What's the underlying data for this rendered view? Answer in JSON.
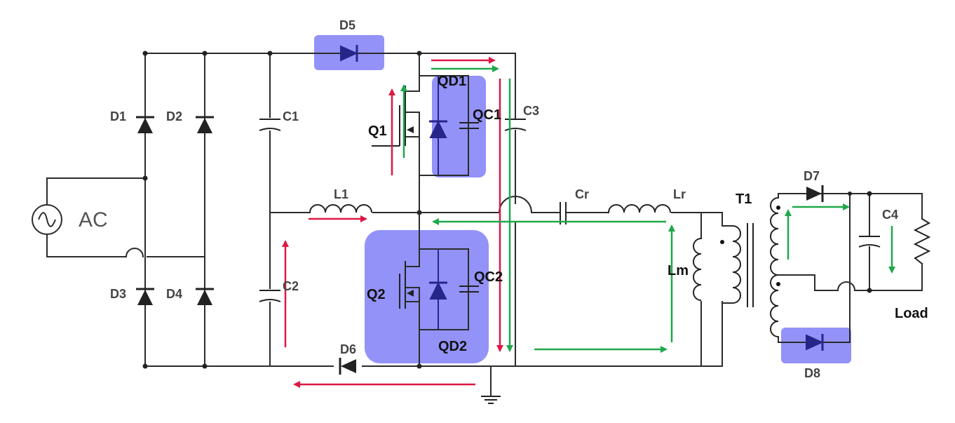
{
  "labels": {
    "ac": "AC",
    "d1": "D1",
    "d2": "D2",
    "d3": "D3",
    "d4": "D4",
    "d5": "D5",
    "d6": "D6",
    "d7": "D7",
    "d8": "D8",
    "c1": "C1",
    "c2": "C2",
    "c3": "C3",
    "c4": "C4",
    "l1": "L1",
    "cr": "Cr",
    "lr": "Lr",
    "lm": "Lm",
    "t1": "T1",
    "q1": "Q1",
    "q2": "Q2",
    "qd1": "QD1",
    "qc1": "QC1",
    "qd2": "QD2",
    "qc2": "QC2",
    "load": "Load"
  },
  "colors": {
    "highlight": "#7f7ff7",
    "current_path_red": "#dd1844",
    "current_path_green": "#1fa84a",
    "wire": "#2b2b2b"
  }
}
